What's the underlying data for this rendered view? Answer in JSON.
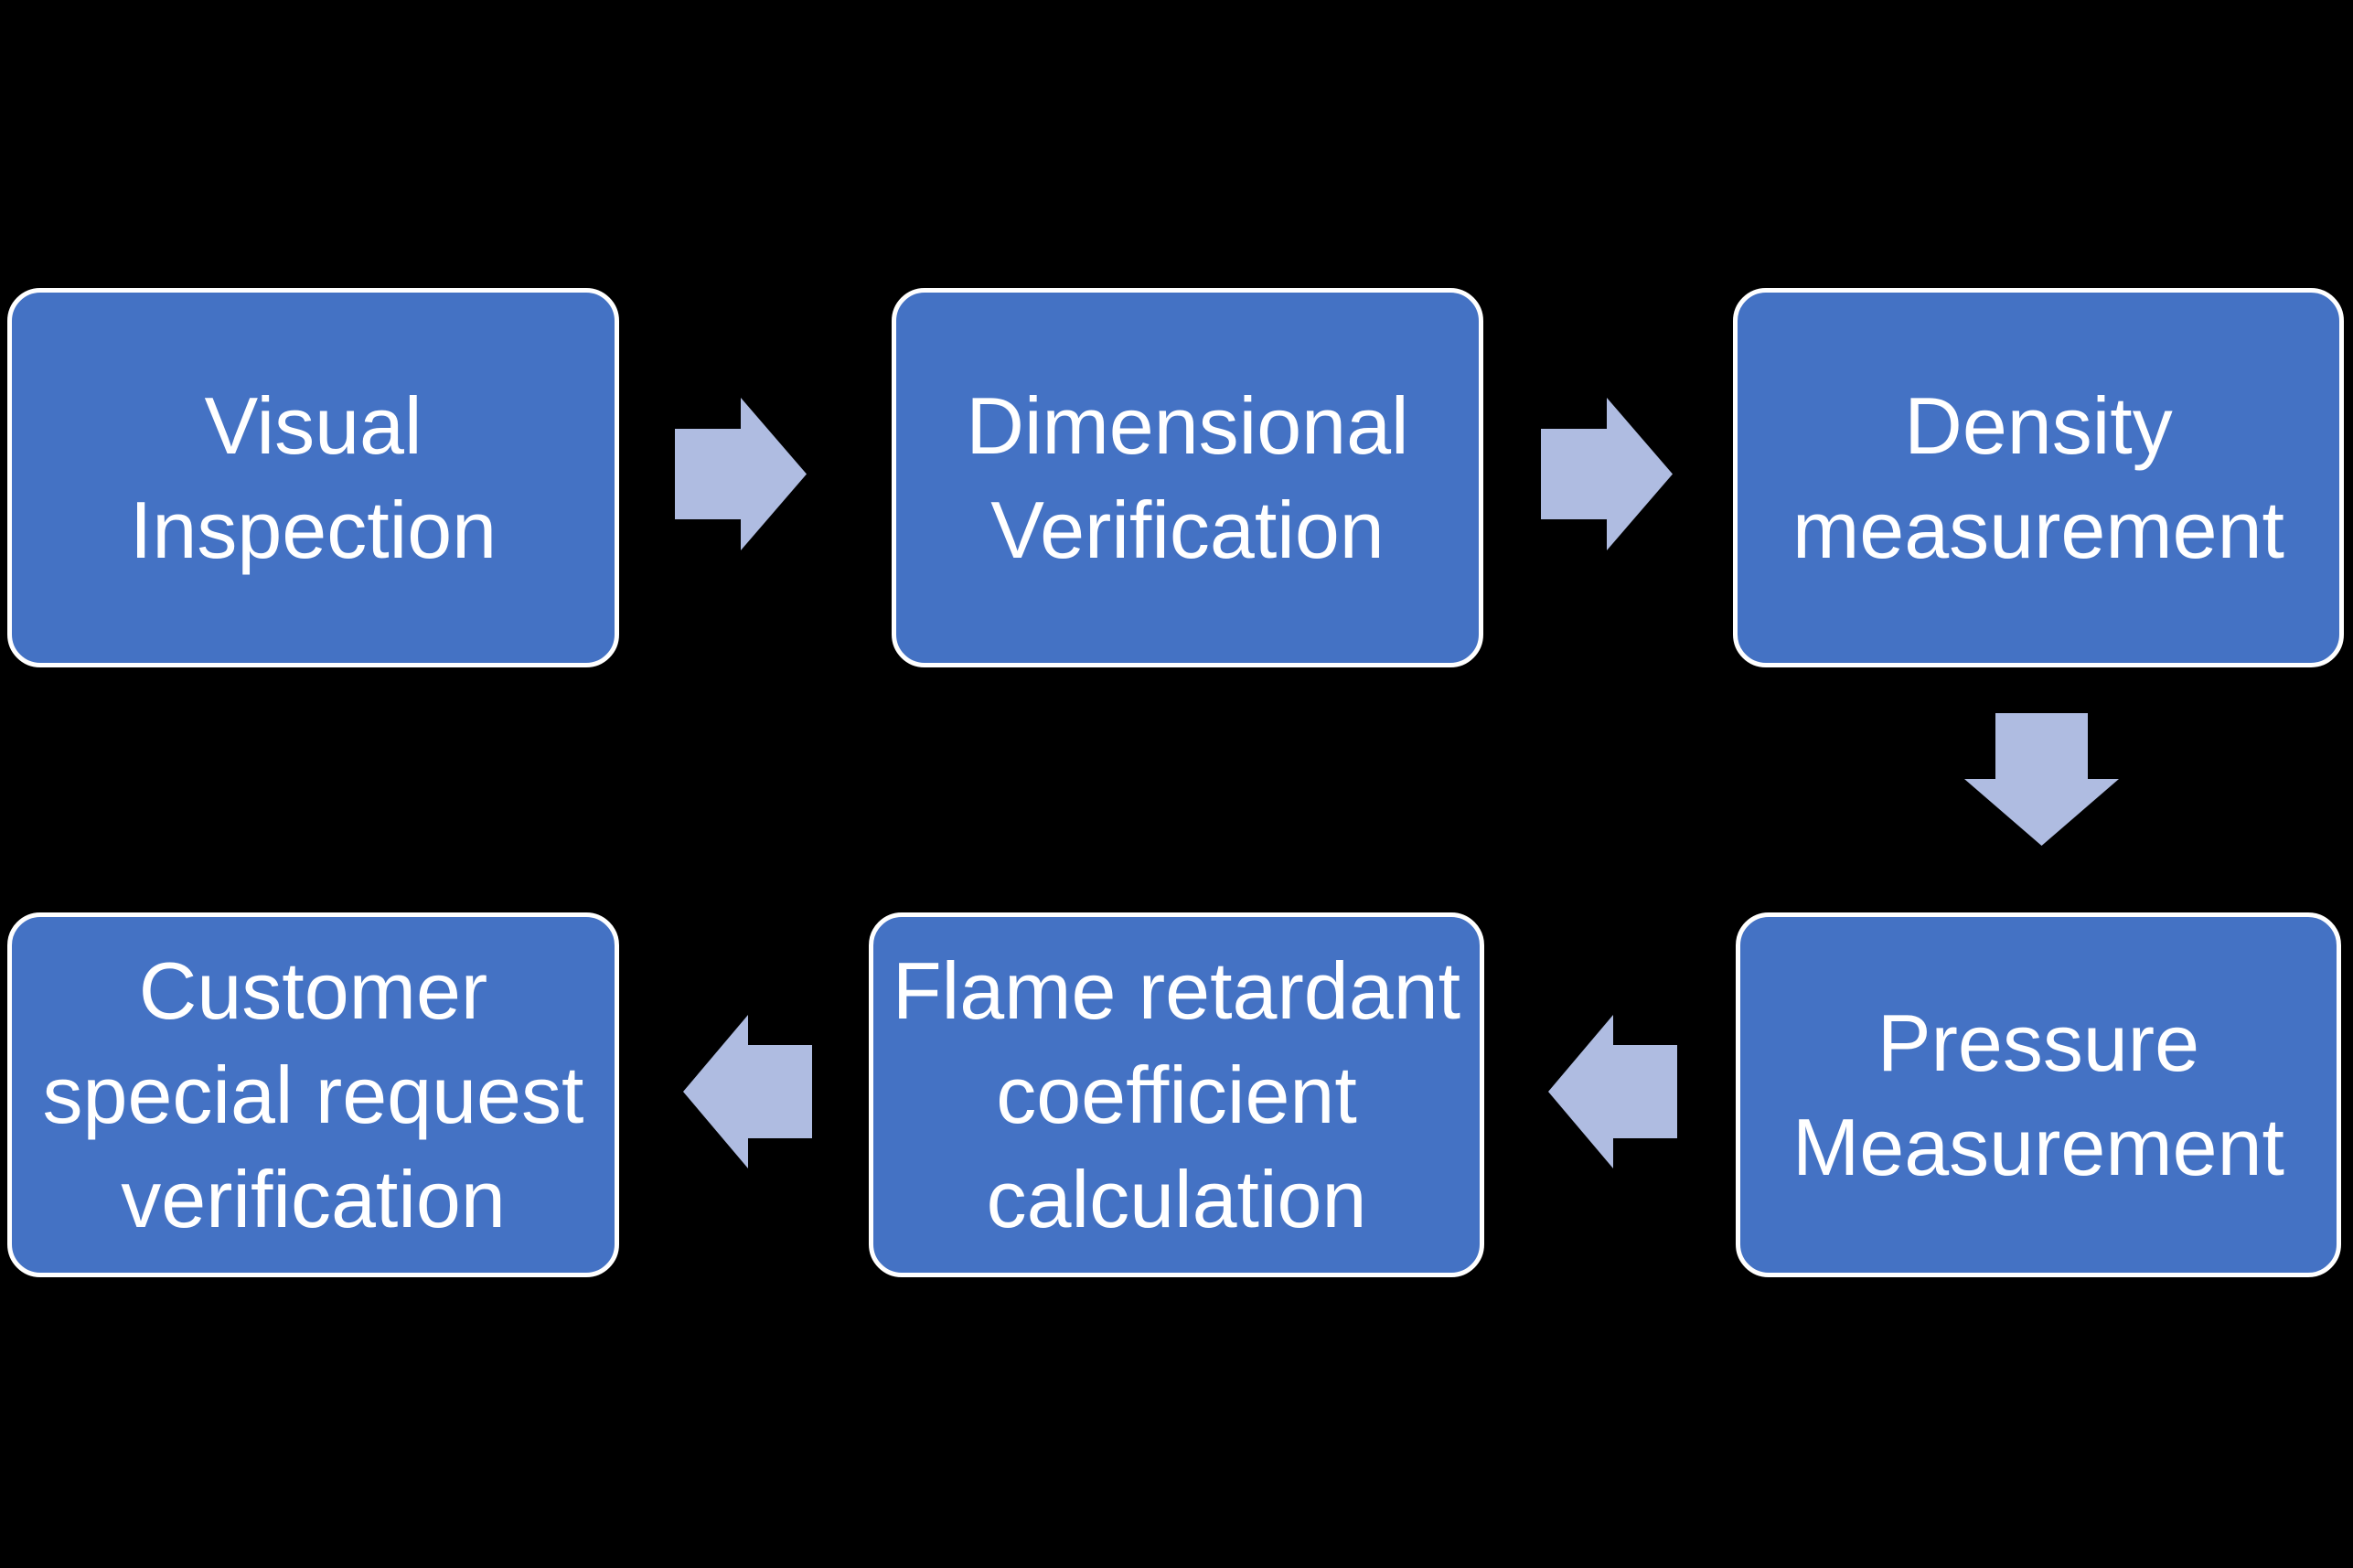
{
  "colors": {
    "background": "#000000",
    "box_fill": "#4472C4",
    "box_border": "#FFFFFF",
    "text_color": "#FFFFFF",
    "arrow_fill": "#AFBCE1"
  },
  "flowchart": {
    "type": "process-flow",
    "steps": [
      {
        "label": "Visual\nInspection"
      },
      {
        "label": "Dimensional\nVerification"
      },
      {
        "label": "Density\nmeasurement"
      },
      {
        "label": "Pressure\nMeasurement"
      },
      {
        "label": "Flame retardant\ncoefficient\ncalculation"
      },
      {
        "label": "Customer\nspecial request\nverification"
      }
    ],
    "arrows": [
      {
        "from": "Visual Inspection",
        "to": "Dimensional Verification",
        "direction": "right"
      },
      {
        "from": "Dimensional Verification",
        "to": "Density measurement",
        "direction": "right"
      },
      {
        "from": "Density measurement",
        "to": "Pressure Measurement",
        "direction": "down"
      },
      {
        "from": "Pressure Measurement",
        "to": "Flame retardant coefficient calculation",
        "direction": "left"
      },
      {
        "from": "Flame retardant coefficient calculation",
        "to": "Customer special request verification",
        "direction": "left"
      }
    ]
  }
}
